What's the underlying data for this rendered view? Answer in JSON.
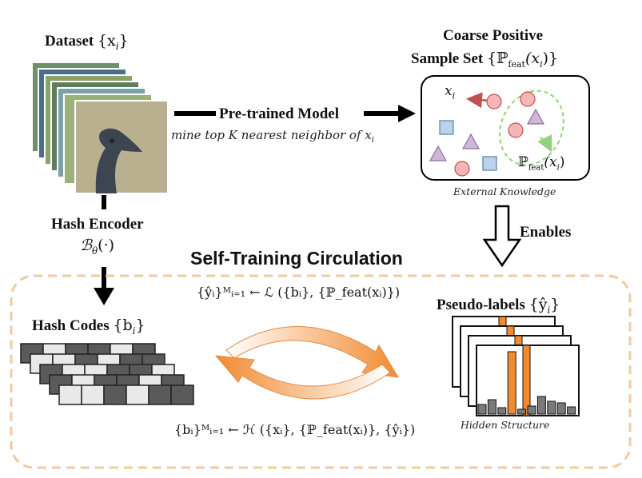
{
  "dataset": {
    "label": "Dataset",
    "set": "{x",
    "sub": "i",
    "close": "}"
  },
  "pretrained": {
    "label": "Pre-trained Model",
    "note": "mine top K nearest neighbor of x",
    "note_sub": "i"
  },
  "coarse": {
    "line1": "Coarse Positive",
    "line2": "Sample Set",
    "set_pre": "{ℙ",
    "set_sub": "feat",
    "set_post": "(x",
    "set_sub2": "i",
    "set_close": ")}"
  },
  "panel": {
    "xi": "x",
    "xi_sub": "i",
    "pfeat": "ℙ",
    "pfeat_sub": "feat",
    "pfeat_post": "(x",
    "pfeat_sub2": "i",
    "pfeat_close": ")",
    "caption": "External Knowledge"
  },
  "enables": "Enables",
  "hash_encoder": {
    "line1": "Hash Encoder",
    "symbol": "ℬ",
    "sub": "θ",
    "arg": "(·)"
  },
  "self_training": "Self-Training Circulation",
  "hash_codes": {
    "label": "Hash Codes",
    "set": "{b",
    "sub": "i",
    "close": "}"
  },
  "pseudo_labels": {
    "label": "Pseudo-labels",
    "set": "{ŷ",
    "sub": "i",
    "close": "}"
  },
  "formula_top": "{ŷᵢ}ᴹᵢ₌₁ ← ℒ ({bᵢ}, {ℙ_feat(xᵢ)})",
  "formula_bottom": "{bᵢ}ᴹᵢ₌₁ ← ℋ ({xᵢ}, {ℙ_feat(xᵢ)}, {ŷᵢ})",
  "hidden_structure": "Hidden Structure",
  "colors": {
    "accent_orange": "#f28b30",
    "dashed_border": "#f3c9a0",
    "arrow_red": "#c0504d",
    "arrow_green": "#8fd37a",
    "circle_fill": "#f4b6b6",
    "square_fill": "#b9d3ec",
    "triangle_fill": "#cdb6d8"
  }
}
